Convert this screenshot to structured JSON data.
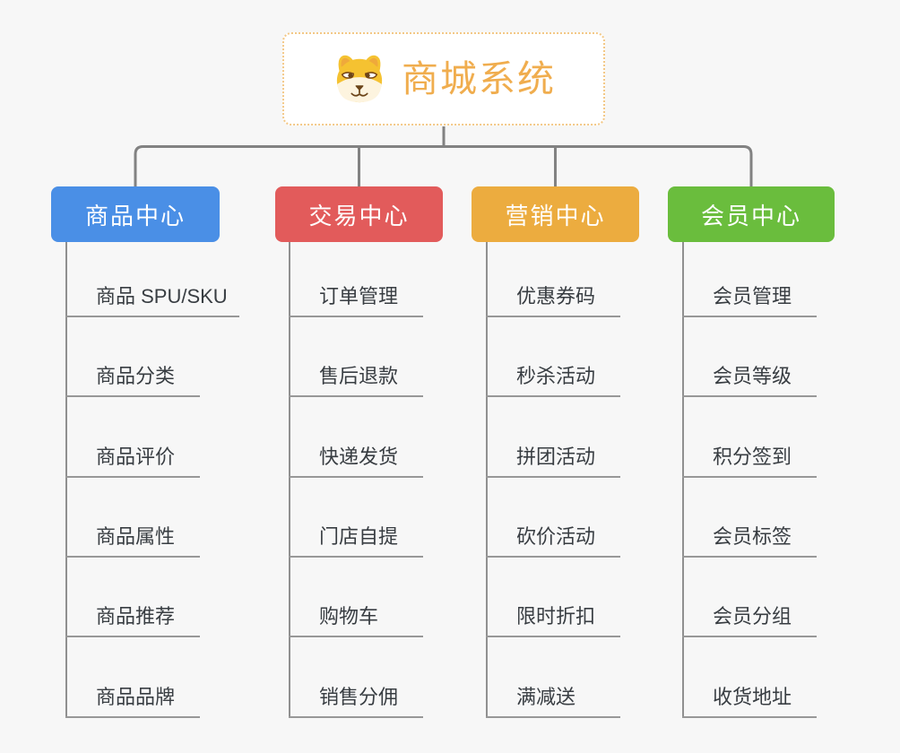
{
  "root": {
    "title": "商城系统",
    "icon": "shiba-dog-icon"
  },
  "branches": [
    {
      "label": "商品中心",
      "color": "#4A8FE6",
      "items": [
        "商品 SPU/SKU",
        "商品分类",
        "商品评价",
        "商品属性",
        "商品推荐",
        "商品品牌"
      ]
    },
    {
      "label": "交易中心",
      "color": "#E25B5B",
      "items": [
        "订单管理",
        "售后退款",
        "快递发货",
        "门店自提",
        "购物车",
        "销售分佣"
      ]
    },
    {
      "label": "营销中心",
      "color": "#ECAC3F",
      "items": [
        "优惠券码",
        "秒杀活动",
        "拼团活动",
        "砍价活动",
        "限时折扣",
        "满减送"
      ]
    },
    {
      "label": "会员中心",
      "color": "#6ABD3D",
      "items": [
        "会员管理",
        "会员等级",
        "积分签到",
        "会员标签",
        "会员分组",
        "收货地址"
      ]
    }
  ],
  "colors": {
    "background": "#F7F7F7",
    "connector": "#828282",
    "root_text": "#F0AD4E",
    "root_border": "#F3C887",
    "leaf_text": "#383D42",
    "leaf_underline": "#989898"
  }
}
